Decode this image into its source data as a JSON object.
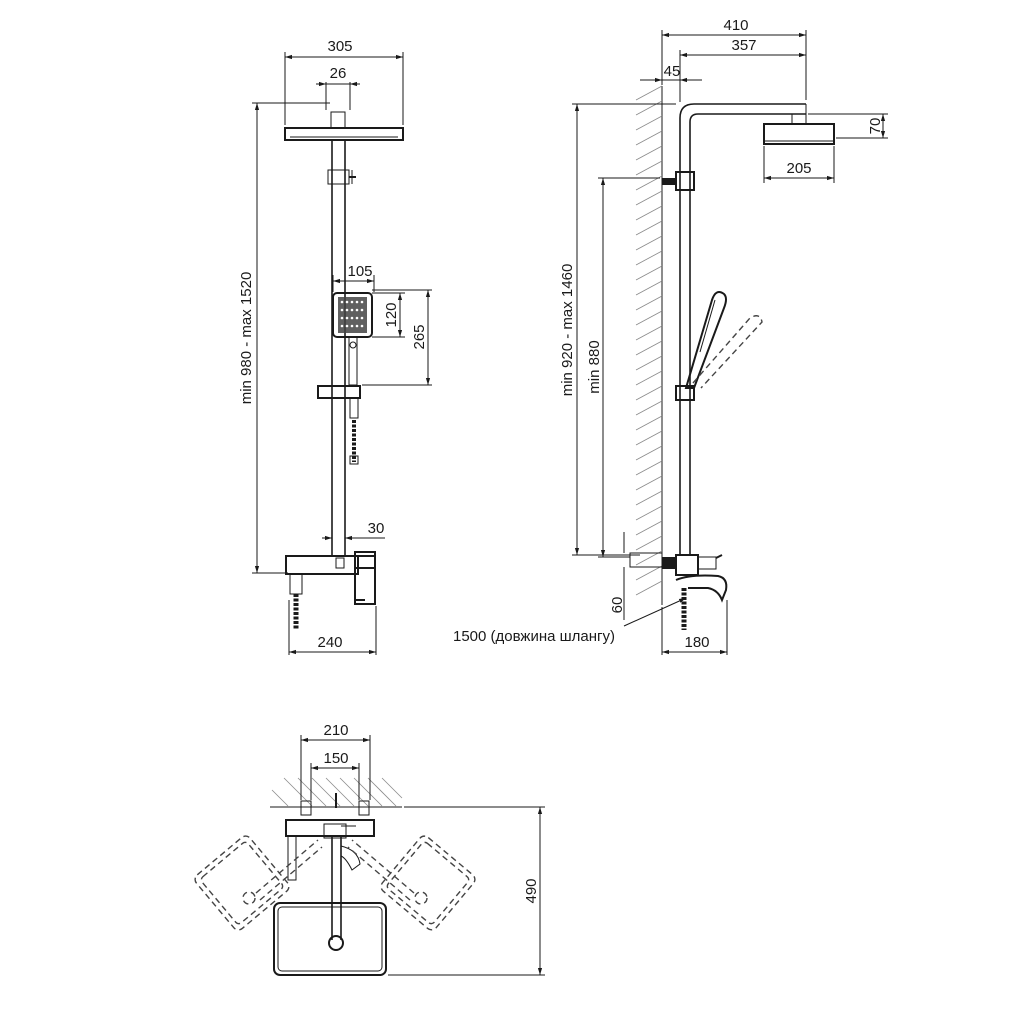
{
  "front_view": {
    "head_width": "305",
    "arm_width": "26",
    "height_range": "min 980 - max 1520",
    "handshower_width": "105",
    "handshower_face": "120",
    "handshower_length": "265",
    "pipe_offset": "30",
    "mixer_width": "240"
  },
  "side_view": {
    "total_reach": "410",
    "arm_reach": "357",
    "wall_offset": "45",
    "head_thickness": "70",
    "head_depth": "205",
    "height_range": "min 920 - max 1460",
    "holder_height": "min 880",
    "spout_drop": "60",
    "hose_length": "1500 (довжина шлангу)",
    "spout_reach": "180"
  },
  "top_view": {
    "connection_width": "210",
    "connection_centers": "150",
    "spout_projection": "490"
  }
}
